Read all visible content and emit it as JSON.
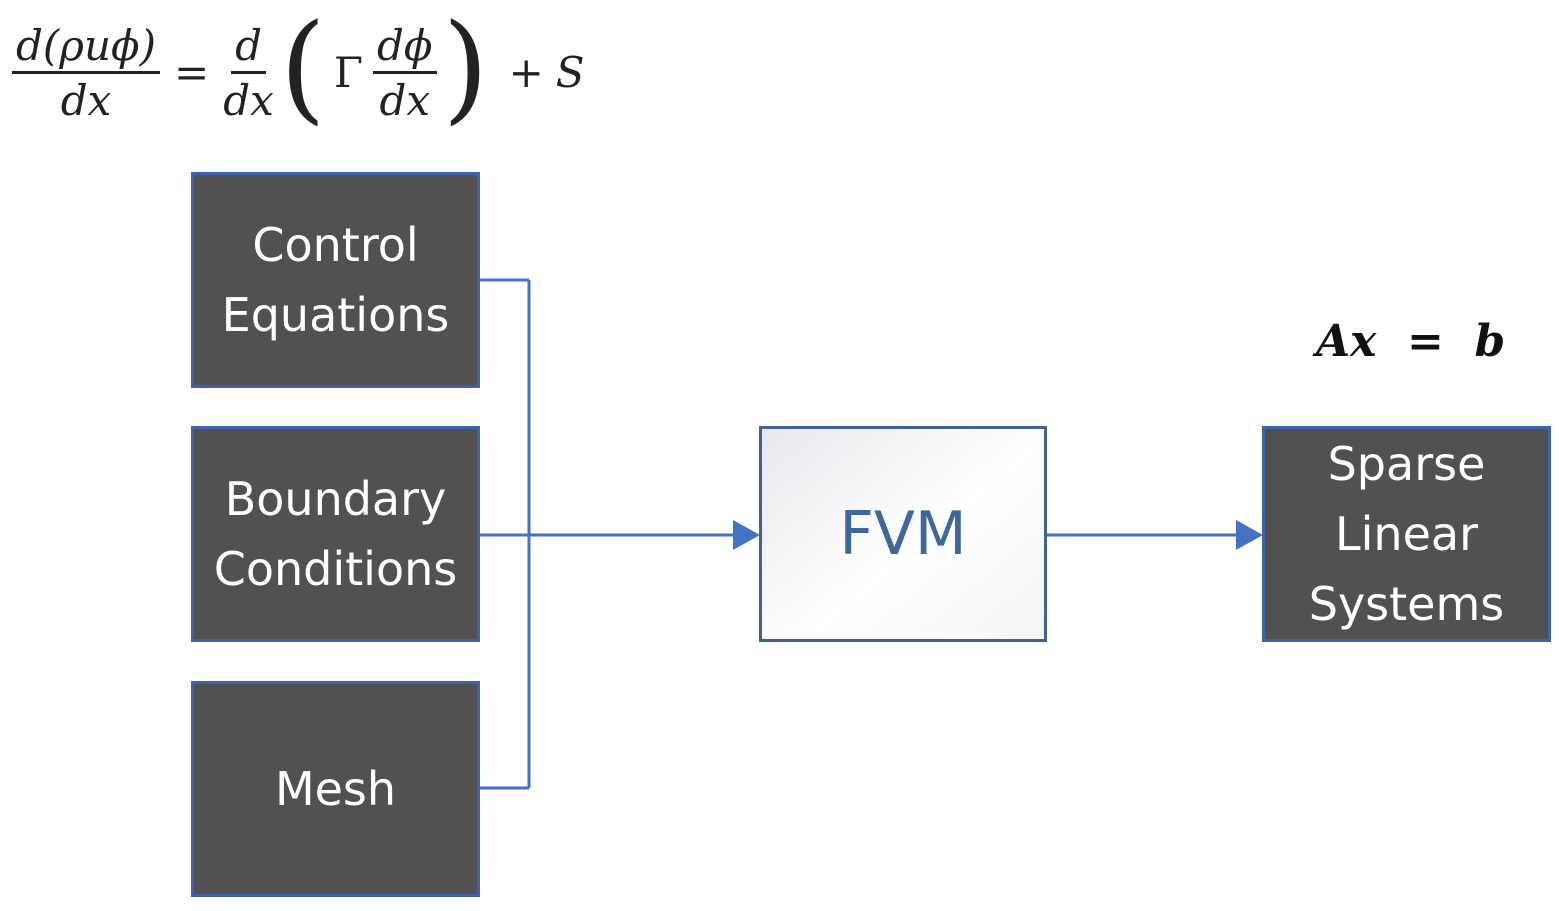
{
  "equation": {
    "lhs_numerator": "d(ρuϕ)",
    "lhs_denominator": "dx",
    "equals": "=",
    "op_numerator": "d",
    "op_denominator": "dx",
    "open_paren": "(",
    "gamma": "Γ",
    "inner_numerator": "dϕ",
    "inner_denominator": "dx",
    "close_paren": ")",
    "plus": "+",
    "source": "S"
  },
  "boxes": {
    "control_equations": [
      "Control",
      "Equations"
    ],
    "boundary_conditions": [
      "Boundary",
      "Conditions"
    ],
    "mesh": [
      "Mesh"
    ],
    "fvm": "FVM",
    "sparse_linear_systems": [
      "Sparse",
      "Linear",
      "Systems"
    ]
  },
  "result_equation": "Ax  =  b",
  "colors": {
    "dark_box_fill": "#515151",
    "box_border": "#3f61b2",
    "connector": "#4472c4",
    "fvm_text": "#3e6899"
  }
}
